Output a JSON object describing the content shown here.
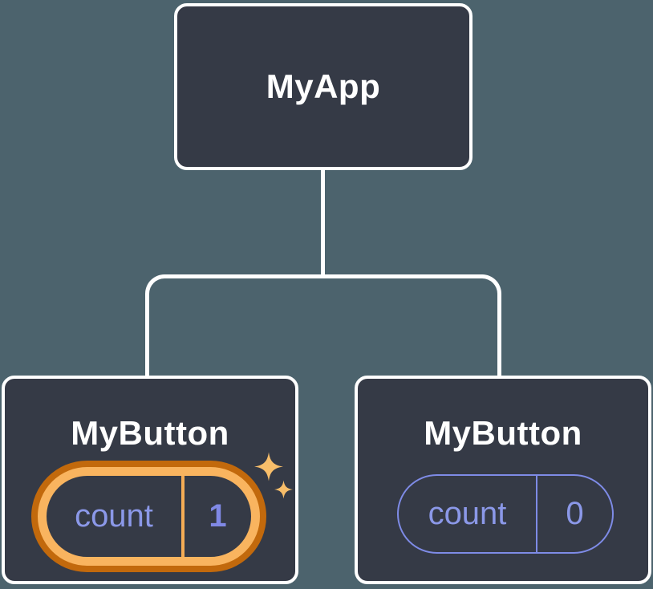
{
  "diagram": {
    "description": "Component tree with independent state",
    "background": "#4C636D",
    "tree": {
      "root": {
        "label": "MyApp"
      },
      "children": [
        {
          "label": "MyButton",
          "state": {
            "key": "count",
            "value": "1"
          },
          "highlighted": true,
          "decoration": "sparkles"
        },
        {
          "label": "MyButton",
          "state": {
            "key": "count",
            "value": "0"
          },
          "highlighted": false
        }
      ]
    },
    "colors": {
      "node_fill": "#353A46",
      "node_border": "#FFFFFF",
      "connector": "#FFFFFF",
      "state_text_purple": "#8B98E8",
      "pill_outline_purple": "#7E8BE6",
      "highlight_gold": "#F9B45F",
      "highlight_rim_orange": "#C2690C",
      "sparkle_gold": "#F8BE6A"
    }
  }
}
